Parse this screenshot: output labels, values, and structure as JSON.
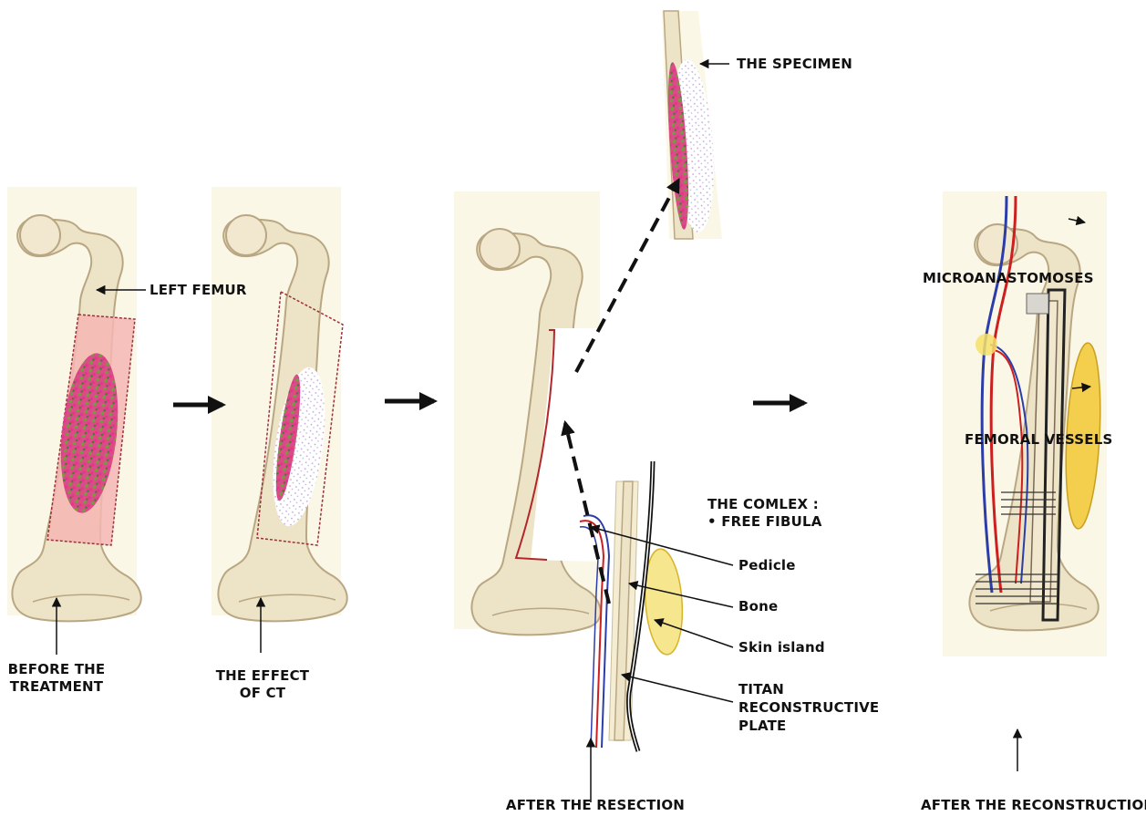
{
  "labels": {
    "specimen": "THE SPECIMEN",
    "left_femur": "LEFT FEMUR",
    "microanastomoses": "MICROANASTOMOSES",
    "femoral_vessels": "FEMORAL VESSELS",
    "complex_title": "THE COMLEX :",
    "complex_item": "• FREE FIBULA",
    "pedicle": "Pedicle",
    "bone": "Bone",
    "skin_island": "Skin island",
    "titan_line1": "TITAN",
    "titan_line2": "RECONSTRUCTIVE",
    "titan_line3": "PLATE",
    "before_line1": "BEFORE THE",
    "before_line2": "TREATMENT",
    "effect_line1": "THE EFFECT",
    "effect_line2": "OF CT",
    "after_resection": "AFTER THE RESECTION",
    "after_reconstruction": "AFTER THE RECONSTRUCTION"
  },
  "colors": {
    "bone": "#ede3c6",
    "bone_outline": "#b9a783",
    "panel_bg": "#fbf7e6",
    "tumor_zone": "#f5b7b4",
    "zone_border": "#9c2f3a",
    "artery": "#cc2020",
    "vein": "#2b3da8",
    "skin_island": "#f2c832",
    "arrow": "#111111"
  },
  "icons": [
    "arrow-right-icon",
    "arrow-up-icon",
    "arrow-left-icon",
    "dashed-arrow-icon"
  ]
}
